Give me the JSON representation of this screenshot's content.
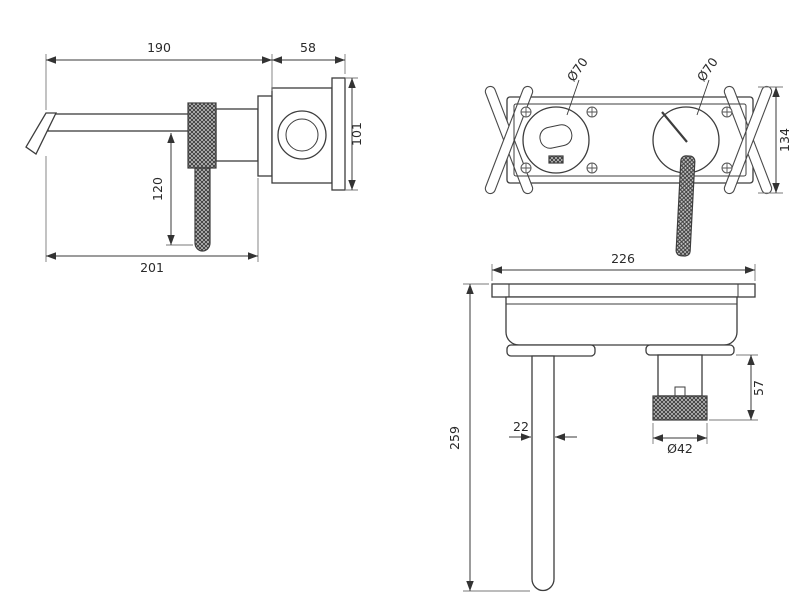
{
  "drawing": {
    "side_view": {
      "dim_spout_reach": "190",
      "dim_body_depth": "58",
      "dim_body_height": "101",
      "dim_handle_drop": "120",
      "dim_overall_reach": "201"
    },
    "back_view": {
      "dim_left_hole_dia": "Ø70",
      "dim_right_hole_dia": "Ø70",
      "dim_rough_in_height": "134"
    },
    "front_view": {
      "dim_plate_width": "226",
      "dim_overall_height": "259",
      "dim_spout_dia": "22",
      "dim_handle_height": "57",
      "dim_handle_dia": "Ø42"
    }
  }
}
